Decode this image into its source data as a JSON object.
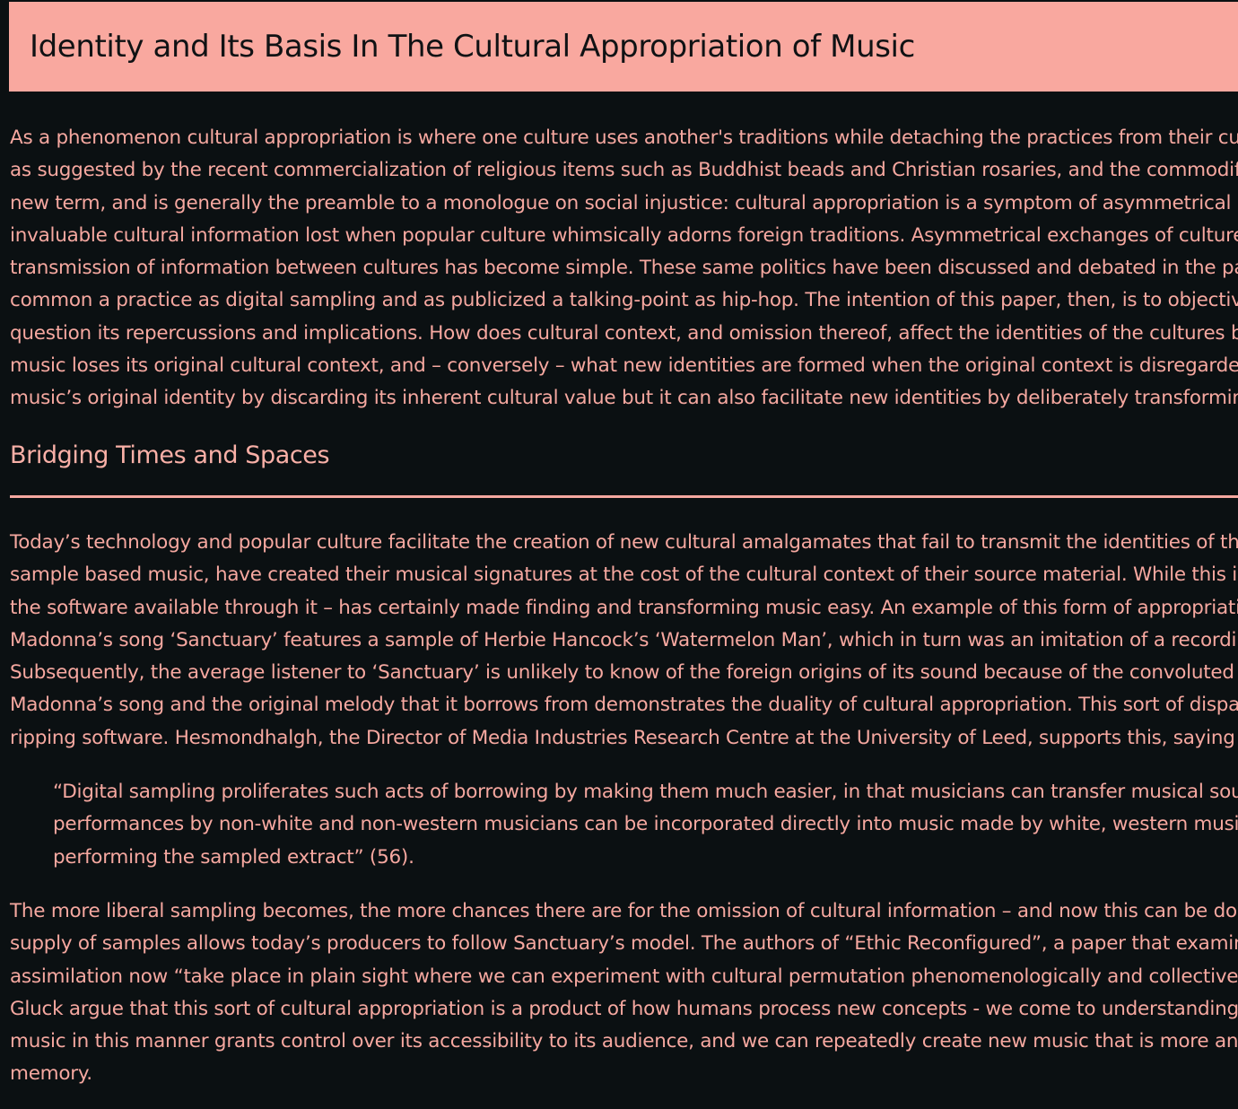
{
  "title": "Identity and Its Basis In The Cultural Appropriation of Music",
  "intro_lines": [
    "As a phenomenon cultural appropriation is where one culture uses another's traditions while detaching the practices from their cultu",
    "as suggested by the recent commercialization of religious items such as Buddhist beads and Christian rosaries, and the commodificat",
    "new term, and is generally the preamble to a monologue on social injustice: cultural appropriation is a symptom of asymmetrical pow",
    "invaluable cultural information lost when popular culture whimsically adorns foreign traditions. Asymmetrical exchanges of culture o",
    "transmission of information between cultures has become simple. These same politics have been discussed and debated in the past c",
    "common a practice as digital sampling and as publicized a talking-point as hip-hop. The intention of this paper, then, is to objectively",
    "question its repercussions and implications. How does cultural context, and omission thereof, affect the identities of the cultures bor",
    "music loses its original cultural context, and – conversely – what new identities are formed when the original context is disregarded?",
    "music’s original identity by discarding its inherent cultural value but it can also facilitate new identities by deliberately transforming t"
  ],
  "section_heading": "Bridging Times and Spaces",
  "section_lines": [
    "Today’s technology and popular culture facilitate the creation of new cultural amalgamates that fail to transmit the identities of their",
    "sample based music, have created their musical signatures at the cost of the cultural context of their source material. While this is no",
    "the software available through it – has certainly made finding and transforming music easy. An example of this form of appropriation",
    "Madonna’s song ‘Sanctuary’ features a sample of Herbie Hancock’s ‘Watermelon Man’, which in turn was an imitation of a recording o",
    "Subsequently, the average listener to ‘Sanctuary’ is unlikely to know of the foreign origins of its sound because of the convoluted cha",
    "Madonna’s song and the original melody that it borrows from demonstrates the duality of cultural appropriation. This sort of disparity",
    "ripping software. Hesmondhalgh, the Director of Media Industries Research Centre at the University of Leed, supports this, saying"
  ],
  "quote_lines": [
    "“Digital sampling proliferates such acts of borrowing by making them much easier, in that musicians can transfer musical sounds",
    "performances by non-white and non-western musicians can be incorporated directly into music made by white, western musicia",
    "performing the sampled extract” (56)."
  ],
  "closing_lines": [
    "The more liberal sampling becomes, the more chances there are for the omission of cultural information – and now this can be done v",
    "supply of samples allows today’s producers to follow Sanctuary’s model. The authors of “Ethic Reconfigured”, a paper that examines r",
    "assimilation now “take place in plain sight where we can experiment with cultural permutation phenomenologically and collectively",
    "Gluck argue that this sort of cultural appropriation is a product of how humans process new concepts - we come to understanding o",
    "music in this manner grants control over its accessibility to its audience, and we can repeatedly create new music that is more and m",
    "memory."
  ],
  "colors": {
    "background": "#0b1012",
    "accent": "#f9a89f",
    "text": "#f6a8a0",
    "title_text": "#101214"
  }
}
